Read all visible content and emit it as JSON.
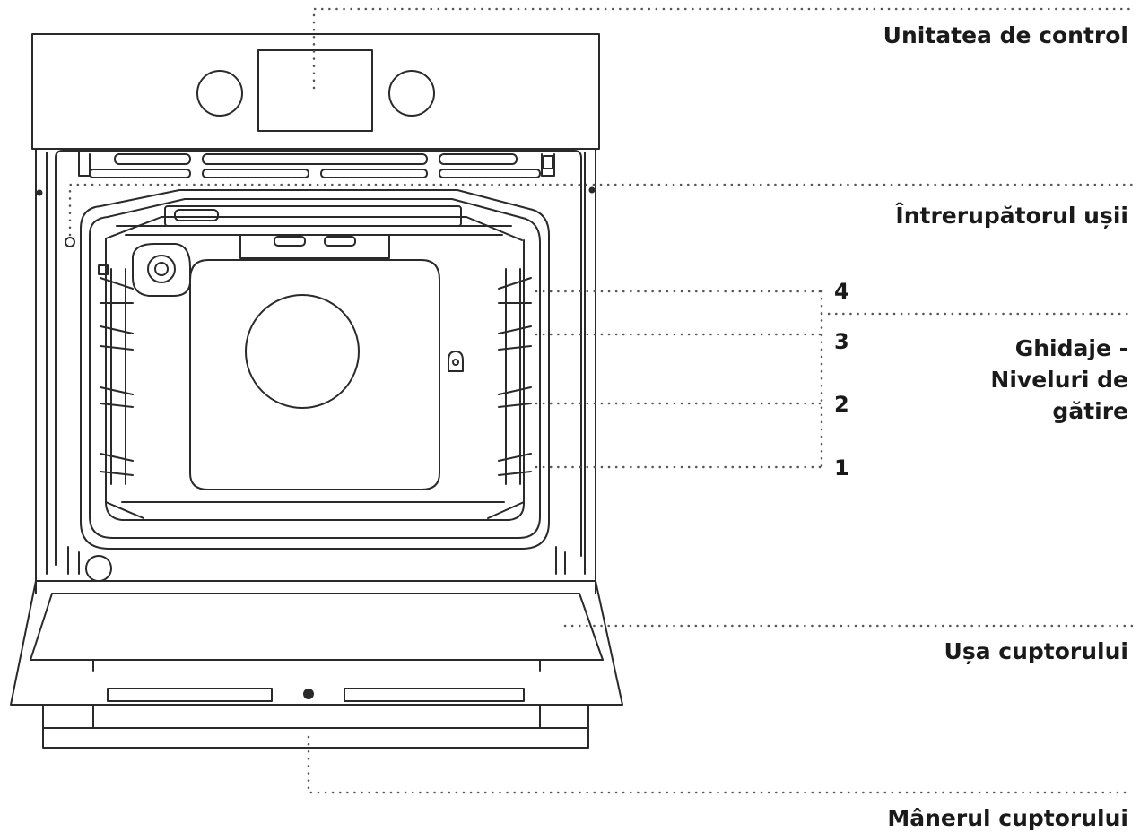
{
  "labels": {
    "control_unit": "Unitatea de control",
    "door_switch": "Întrerupătorul ușii",
    "guides_line1": "Ghidaje -",
    "guides_line2": "Niveluri de",
    "guides_line3": "gătire",
    "oven_door": "Ușa cuptorului",
    "oven_handle": "Mânerul cuptorului"
  },
  "levels": [
    "4",
    "3",
    "2",
    "1"
  ],
  "colors": {
    "line": "#2a2a2a",
    "dots": "#555555",
    "text": "#1a1a1a"
  }
}
